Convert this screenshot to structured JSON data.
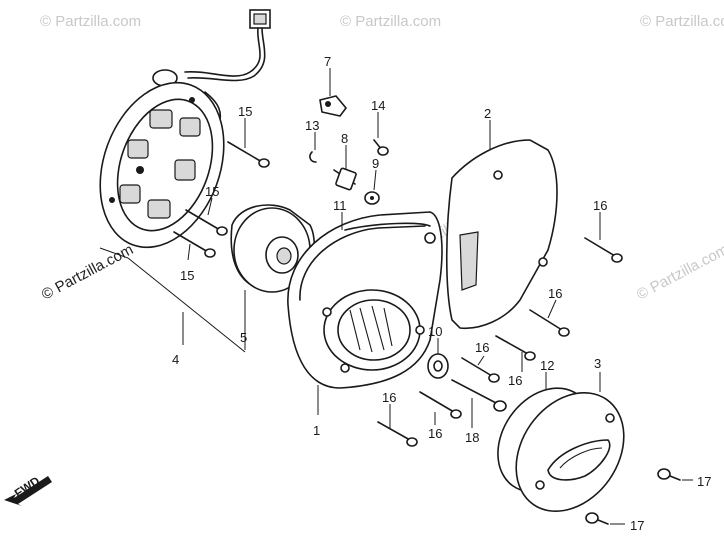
{
  "watermark": {
    "text": "© Partzilla.com",
    "copyright": "© Partzilla.com"
  },
  "direction_label": "FWD",
  "callouts": {
    "c1": "1",
    "c2": "2",
    "c3": "3",
    "c4": "4",
    "c5": "5",
    "c7": "7",
    "c8": "8",
    "c9": "9",
    "c10": "10",
    "c11": "11",
    "c12": "12",
    "c13": "13",
    "c14": "14",
    "c15a": "15",
    "c15b": "15",
    "c15c": "15",
    "c16a": "16",
    "c16b": "16",
    "c16c": "16",
    "c16d": "16",
    "c16e": "16",
    "c16f": "16",
    "c17a": "17",
    "c17b": "17",
    "c18": "18"
  }
}
